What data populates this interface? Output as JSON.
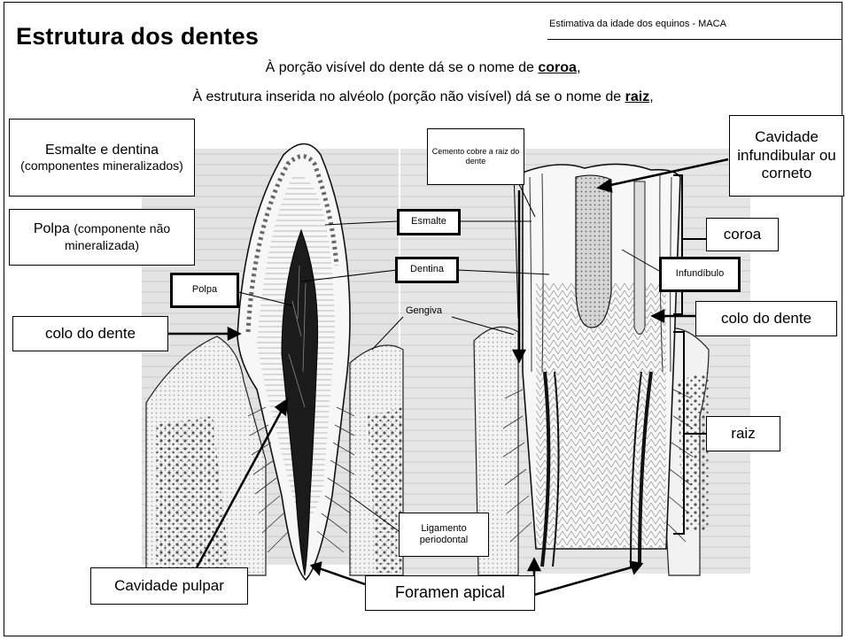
{
  "header": "Estimativa da idade dos equinos  -  MACA",
  "title": "Estrutura dos dentes",
  "line1": {
    "prefix": "À porção visível do dente dá se o nome de ",
    "key": "coroa",
    "suffix": ","
  },
  "line2": {
    "prefix": "À estrutura inserida no alvéolo (porção não visível) dá se o nome de ",
    "key": "raiz",
    "suffix": ","
  },
  "labels": {
    "esmalte_dentina": "Esmalte e dentina",
    "esmalte_dentina_sub": "(componentes mineralizados)",
    "polpa_desc": "Polpa",
    "polpa_desc_sub": "(componente não mineralizada)",
    "polpa": "Polpa",
    "colo_left": "colo do dente",
    "esmalte": "Esmalte",
    "dentina": "Dentina",
    "gengiva": "Gengiva",
    "cemento": "Cemento cobre a raiz do dente",
    "cavidade_infundibular": "Cavidade infundibular ou corneto",
    "coroa": "coroa",
    "infundibulo": "Infundíbulo",
    "colo_right": "colo do dente",
    "raiz": "raiz",
    "ligamento": "Ligamento periodontal",
    "cavidade_pulpar": "Cavidade pulpar",
    "foramen": "Foramen apical"
  }
}
